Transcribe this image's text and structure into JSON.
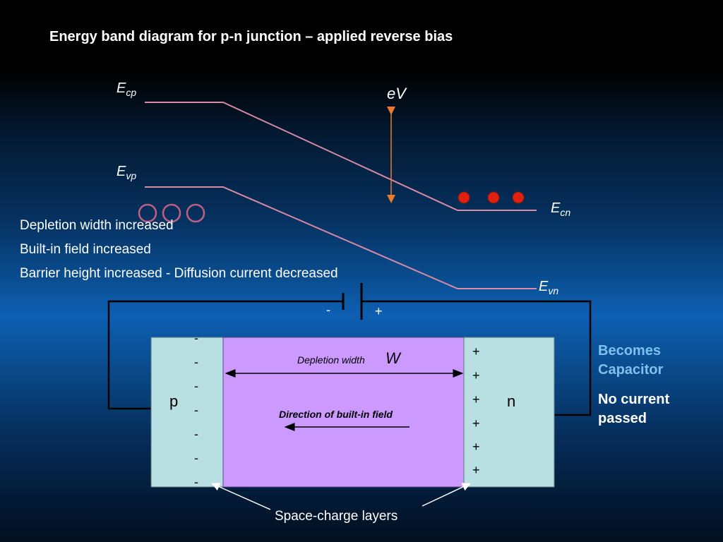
{
  "slide": {
    "title": "Energy band diagram for p-n junction – applied reverse bias"
  },
  "bands": {
    "ecp": {
      "main": "E",
      "sub": "cp"
    },
    "evp": {
      "main": "E",
      "sub": "vp"
    },
    "ecn": {
      "main": "E",
      "sub": "cn"
    },
    "evn": {
      "main": "E",
      "sub": "vn"
    },
    "ev_label": "eV"
  },
  "notes": [
    "Depletion width increased",
    "Built-in field increased",
    "Barrier height increased - Diffusion current decreased"
  ],
  "battery": {
    "minus": "-",
    "plus": "+"
  },
  "junction": {
    "p_label": "p",
    "n_label": "n",
    "depletion_label": "Depletion width",
    "depletion_symbol": "W",
    "field_label": "Direction of built-in field",
    "space_charge_label": "Space-charge layers",
    "minus_sign": "-",
    "plus_sign": "+"
  },
  "side_notes": {
    "capacitor_line1": "Becomes",
    "capacitor_line2": "Capacitor",
    "current_line1": "No current",
    "current_line2": "passed"
  },
  "colors": {
    "band_line": "#d98aa5",
    "ev_arrow": "#f07a2a",
    "electron": "#e02010",
    "hole": "#c06080",
    "p_region": "#b8dfe1",
    "depletion_region": "#cc99ff",
    "circuit_wire": "#000000"
  }
}
